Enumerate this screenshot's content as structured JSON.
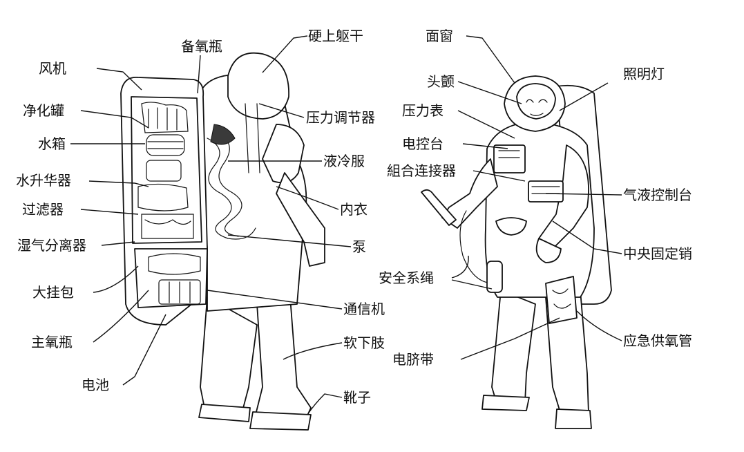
{
  "labels_left": {
    "fan": "风机",
    "spare_oxygen": "备氧瓶",
    "purifier": "净化罐",
    "water_tank": "水箱",
    "sublimator": "水升华器",
    "filter": "过滤器",
    "humidity_separator": "湿气分离器",
    "big_pack": "大挂包",
    "main_oxygen": "主氧瓶",
    "battery": "电池",
    "hard_torso": "硬上躯干",
    "pressure_regulator": "压力调节器",
    "liquid_cooling": "液冷服",
    "underwear": "内衣",
    "pump": "泵",
    "radio": "通信机",
    "soft_lower": "软下肢",
    "boots": "靴子"
  },
  "labels_right": {
    "visor": "面窗",
    "helmet": "头颤",
    "lamp": "照明灯",
    "pressure_gauge": "压力表",
    "control_panel": "电控台",
    "connector": "組合连接器",
    "gas_liquid_panel": "气液控制台",
    "central_pin": "中央固定销",
    "safety_tether": "安全系绳",
    "emergency_oxygen": "应急供氧管",
    "umbilical": "电脐带"
  }
}
